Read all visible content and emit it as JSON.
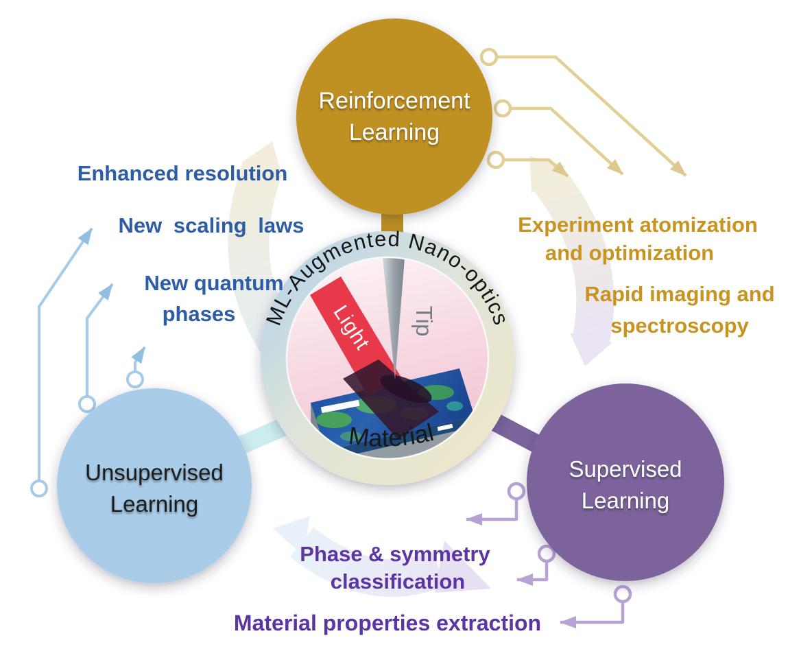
{
  "figure": {
    "title": "ML-Augmented Nano-optics",
    "center": {
      "ring_label": "ML-Augmented Nano-optics",
      "light_label": "Light",
      "tip_label": "Tip",
      "material_label": "Material"
    },
    "circles": {
      "reinforcement": {
        "line1": "Reinforcement",
        "line2": "Learning",
        "color": "#bf9022",
        "text_color": "#ffffff"
      },
      "unsupervised": {
        "line1": "Unsupervised",
        "line2": "Learning",
        "color": "#a9cde9",
        "text_color": "#1b1b1b"
      },
      "supervised": {
        "line1": "Supervised",
        "line2": "Learning",
        "color": "#7b639c",
        "text_color": "#ffffff"
      }
    },
    "labels": {
      "enhanced_resolution": "Enhanced resolution",
      "new_scaling_laws": "New scaling laws",
      "new_quantum_1": "New quantum",
      "new_quantum_2": "phases",
      "experiment_1": "Experiment atomization",
      "experiment_2": "and optimization",
      "rapid_1": "Rapid imaging and",
      "rapid_2": "spectroscopy",
      "phase_1": "Phase & symmetry",
      "phase_2": "classification",
      "material_extraction": "Material properties extraction"
    },
    "colors": {
      "blue_label": "#2d5da7",
      "gold_label": "#c8941f",
      "purple_label": "#5b35a2",
      "ring_text": "#141414",
      "beam_red": "#e8394a",
      "tan_line": "#e2cf96",
      "blue_line": "#a6cbe8",
      "purple_line": "#b7a2d4",
      "cyan_link": "#cdecef",
      "gold_stem": "#bf9022",
      "purple_link": "#7b639c"
    }
  }
}
